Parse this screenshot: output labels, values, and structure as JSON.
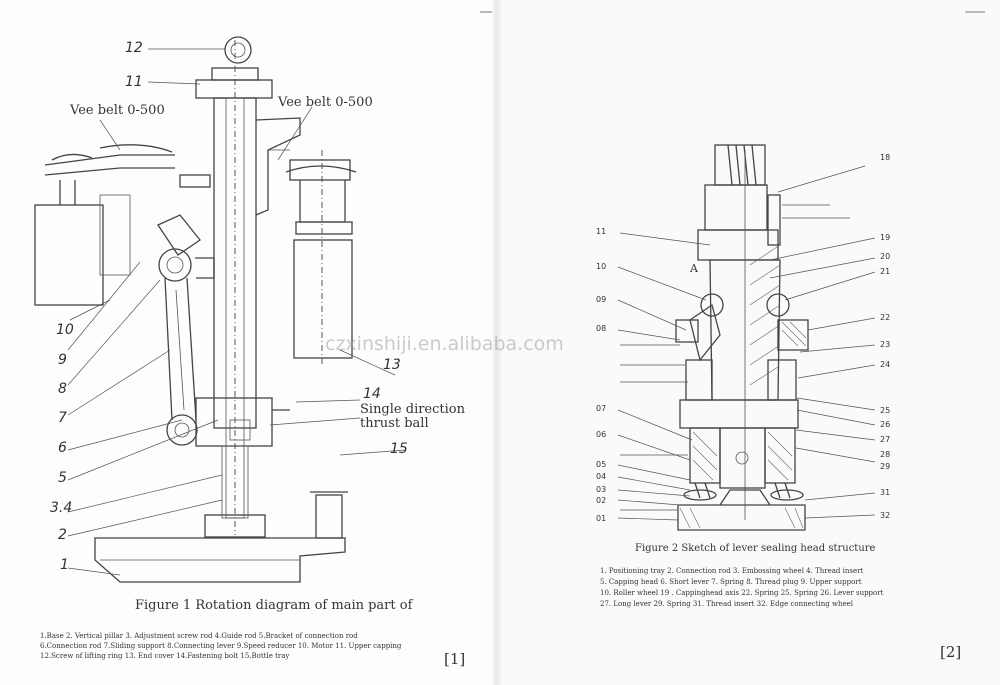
{
  "left_page": {
    "callouts": {
      "n12": "12",
      "n11": "11",
      "vee_belt_left": "Vee belt 0-500",
      "vee_belt_right": "Vee belt 0-500",
      "n10": "10",
      "n9": "9",
      "n8": "8",
      "n7": "7",
      "n6": "6",
      "n5": "5",
      "n34": "3.4",
      "n2": "2",
      "n1": "1",
      "n13": "13",
      "n14": "14",
      "n15": "15",
      "thrust_line1": "Single direction",
      "thrust_line2": "thrust ball"
    },
    "caption": "Figure 1 Rotation diagram of main part of",
    "legend": [
      "1.Base        2. Vertical pillar  3. Adjustment screw rod  4.Guide rod    5.Bracket of connection rod",
      "6.Connection rod   7.Sliding support  8.Connecting lever  9.Speed reducer  10. Motor 11. Upper capping",
      "12.Screw of lifting ring    13. End cover  14.Fastening bolt   15.Bottle tray"
    ],
    "page_number": "[1]"
  },
  "right_page": {
    "callouts": {
      "n18": "18",
      "n11": "11",
      "n19": "19",
      "n20": "20",
      "n10": "10",
      "nA": "A",
      "n21": "21",
      "n09": "09",
      "n22": "22",
      "n08": "08",
      "n23": "23",
      "n24": "24",
      "n07": "07",
      "n25": "25",
      "n26": "26",
      "n27": "27",
      "n06": "06",
      "n28": "28",
      "n05": "05",
      "n29": "29",
      "n04": "04",
      "n03": "03",
      "n31": "31",
      "n02": "02",
      "n01": "01",
      "n32": "32"
    },
    "caption": "Figure 2 Sketch of lever sealing head structure",
    "legend": [
      "1. Positioning tray  2. Connection rod  3. Embossing wheel  4. Thread insert",
      "5. Capping head  6. Short lever  7. Spring  8. Thread plug  9. Upper support",
      "10. Roller wheel 19 . Cappinghead axis  22. Spring   25. Spring 26. Lever support",
      "27. Long lever    29. Spring   31. Thread insert   32. Edge connecting wheel"
    ],
    "page_number": "[2]"
  },
  "watermark": "czxinshiji.en.alibaba.com"
}
